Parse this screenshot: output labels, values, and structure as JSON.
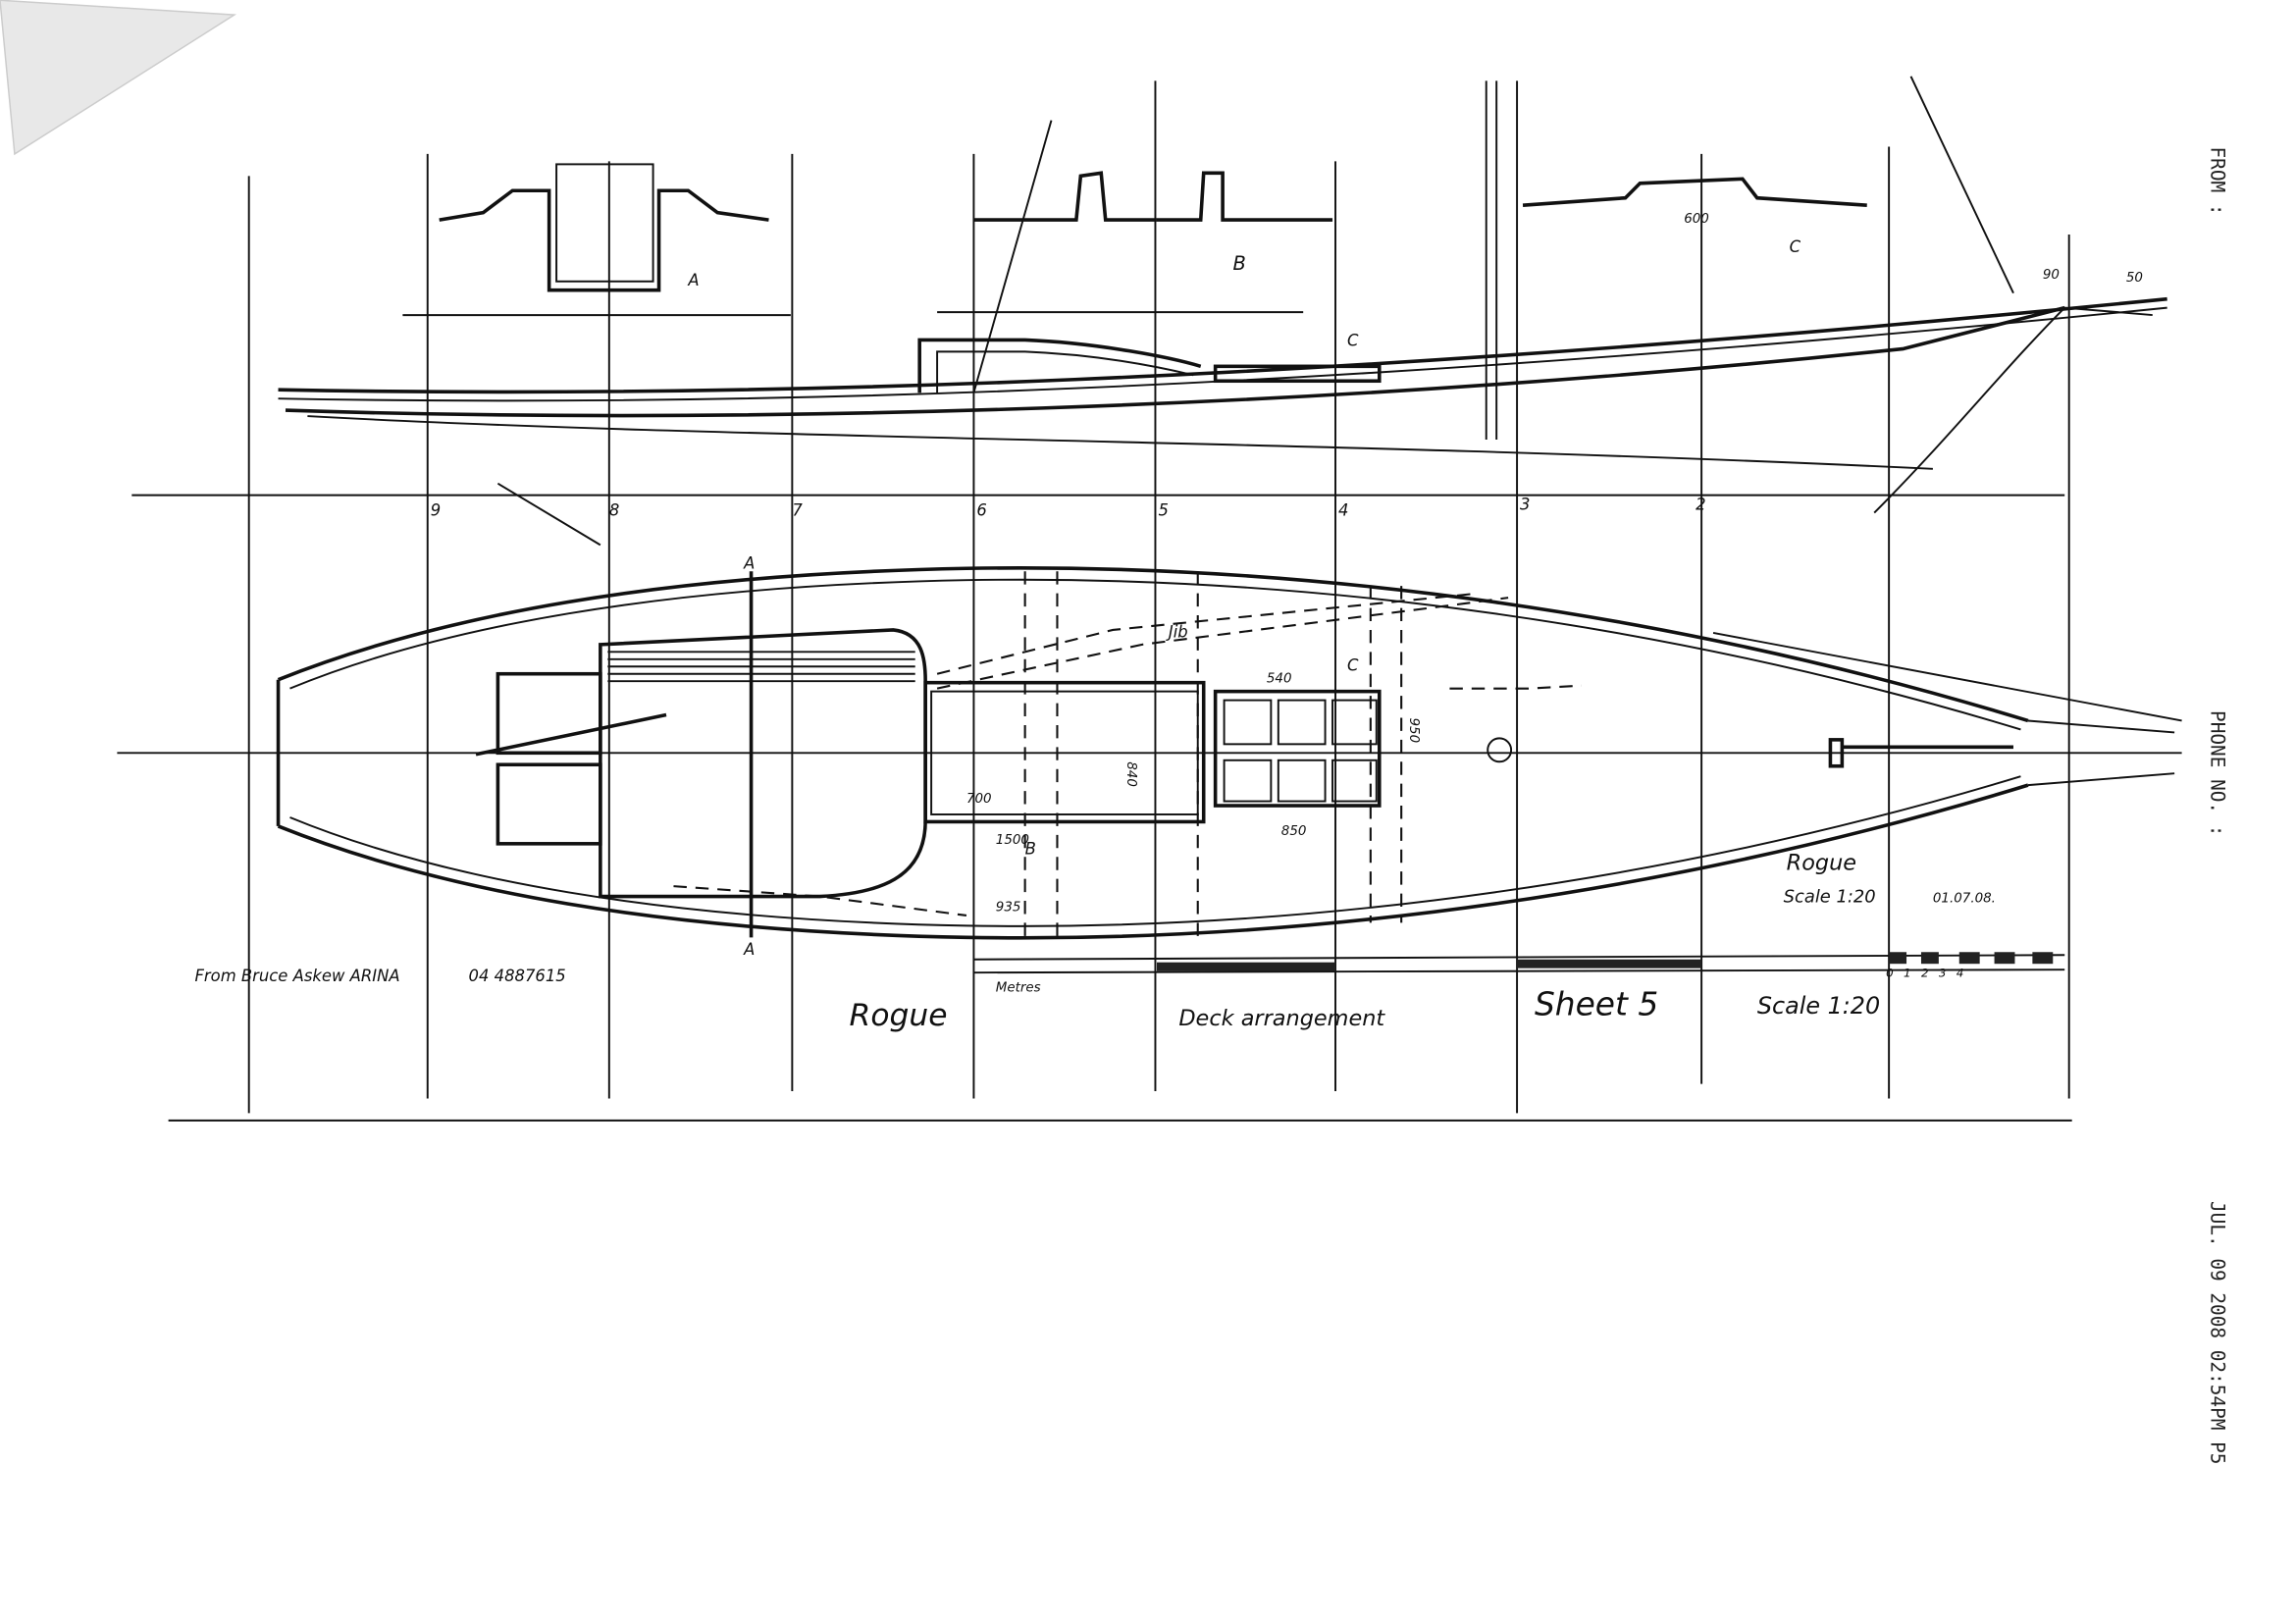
{
  "fax_header": {
    "from_label": "FROM :",
    "phone_label": "PHONE NO. :",
    "timestamp": "JUL. 09 2008 02:54PM P5"
  },
  "title_block": {
    "from_note": "From Bruce Askew ARINA",
    "phone": "04 4887615",
    "boat_name": "Rogue",
    "scale_bar_unit": "Metres",
    "drawing_title": "Deck arrangement",
    "sheet": "Sheet 5",
    "scale": "Scale 1:20"
  },
  "plan_note": {
    "boat_name": "Rogue",
    "scale": "Scale 1:20",
    "date": "01.07.08."
  },
  "stations": [
    "9",
    "8",
    "7",
    "6",
    "5",
    "4",
    "3",
    "2"
  ],
  "section_labels": {
    "a": "A",
    "b": "B",
    "c": "C"
  },
  "dimensions": {
    "hatch_length": "1500",
    "cockpit_width_a": "700",
    "cockpit_width_b": "840",
    "hatch_width": "850",
    "hatch_depth": "950",
    "coachroof_width": "540",
    "deck_c_dim": "600",
    "jib_label": "Jib",
    "fitting_a": "90",
    "fitting_b": "50",
    "fitting_c": "935"
  },
  "scale_bar_ticks": [
    "0",
    "1",
    "2",
    "3",
    "4"
  ],
  "colors": {
    "ink": "#111111",
    "paper": "#ffffff"
  }
}
